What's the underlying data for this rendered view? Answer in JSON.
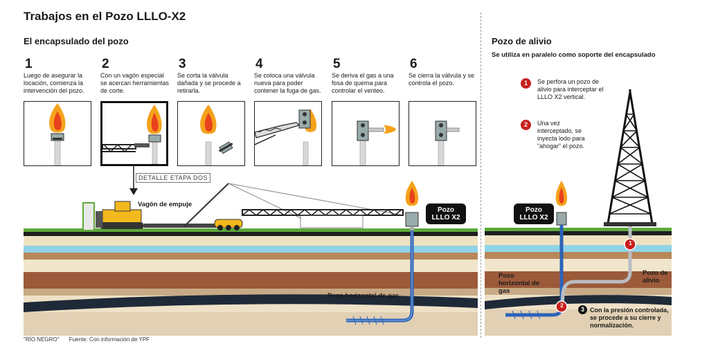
{
  "title": "Trabajos en el Pozo LLLO-X2",
  "subtitle": "El encapsulado del pozo",
  "steps": [
    {
      "num": "1",
      "text": "Luego de asegurar la locación, comienza la intervención del pozo."
    },
    {
      "num": "2",
      "text": "Con un vagón especial se acercan herramientas de corte."
    },
    {
      "num": "3",
      "text": "Se corta la válvula dañada y se procede a retirarla."
    },
    {
      "num": "4",
      "text": "Se coloca una válvula nueva para poder contener la fuga de gas."
    },
    {
      "num": "5",
      "text": "Se deriva el gas a una fosa de quema para controlar el venteo."
    },
    {
      "num": "6",
      "text": "Se cierra la válvula y se controla el pozo."
    }
  ],
  "detail_tag": "DETALLE ETAPA DOS",
  "push_wagon_label": "Vagón de empuje",
  "pozo_tag_left": "Pozo LLLO X2",
  "horizontal_gas_label": "Pozo horizontal de gas",
  "relief": {
    "title": "Pozo de alivio",
    "subtitle": "Se utiliza en paralelo como soporte del encapsulado",
    "steps": [
      {
        "num": "1",
        "text": "Se perfora un pozo de alivio para interceptar el LLLO X2 vertical."
      },
      {
        "num": "2",
        "text": "Una vez interceptado, se inyecta lodo para “ahogar” el pozo."
      },
      {
        "num": "3",
        "text": "Con la presión controlada, se procede a su cierre y normalización."
      }
    ],
    "pozo_tag": "Pozo LLLO X2",
    "horizontal_label": "Pozo horizontal de gas",
    "relief_label": "Pozo de alivio"
  },
  "footer": {
    "credit": "\"RÍO NEGRO\"",
    "source": "Fuente: Con información de YPF"
  },
  "colors": {
    "flame_outer": "#f4a21c",
    "flame_inner": "#e8431c",
    "well_pipe": "#2b63b8",
    "relief_pipe": "#b9bdc2",
    "grass": "#5da93a",
    "marker_red": "#c8201e"
  }
}
